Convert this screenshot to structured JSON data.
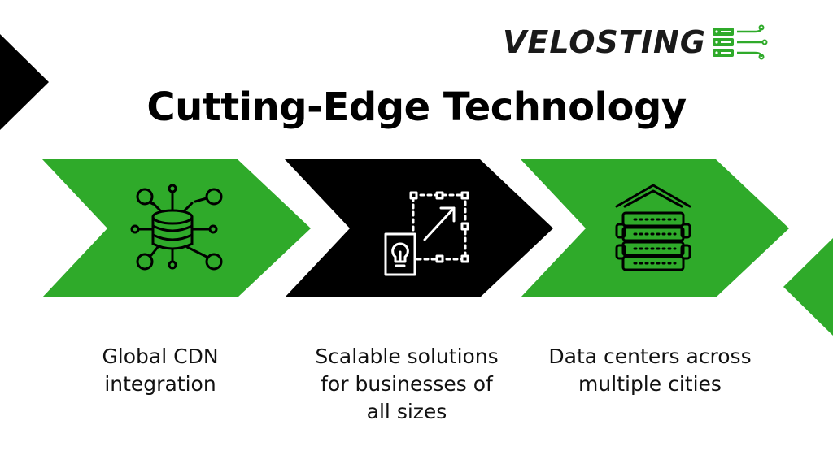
{
  "logo": {
    "text_main": "VELOSTING",
    "icon": "server-speed-icon"
  },
  "title": "Cutting-Edge Technology",
  "colors": {
    "green": "#2faa2a",
    "black": "#000000",
    "white": "#ffffff"
  },
  "steps": [
    {
      "icon": "database-network-icon",
      "fill": "green",
      "caption_lines": [
        "Global CDN",
        "integration"
      ]
    },
    {
      "icon": "scalable-idea-icon",
      "fill": "black",
      "caption_lines": [
        "Scalable solutions",
        "for businesses of",
        "all sizes"
      ]
    },
    {
      "icon": "data-center-icon",
      "fill": "green",
      "caption_lines": [
        "Data centers across",
        "multiple cities"
      ]
    }
  ]
}
